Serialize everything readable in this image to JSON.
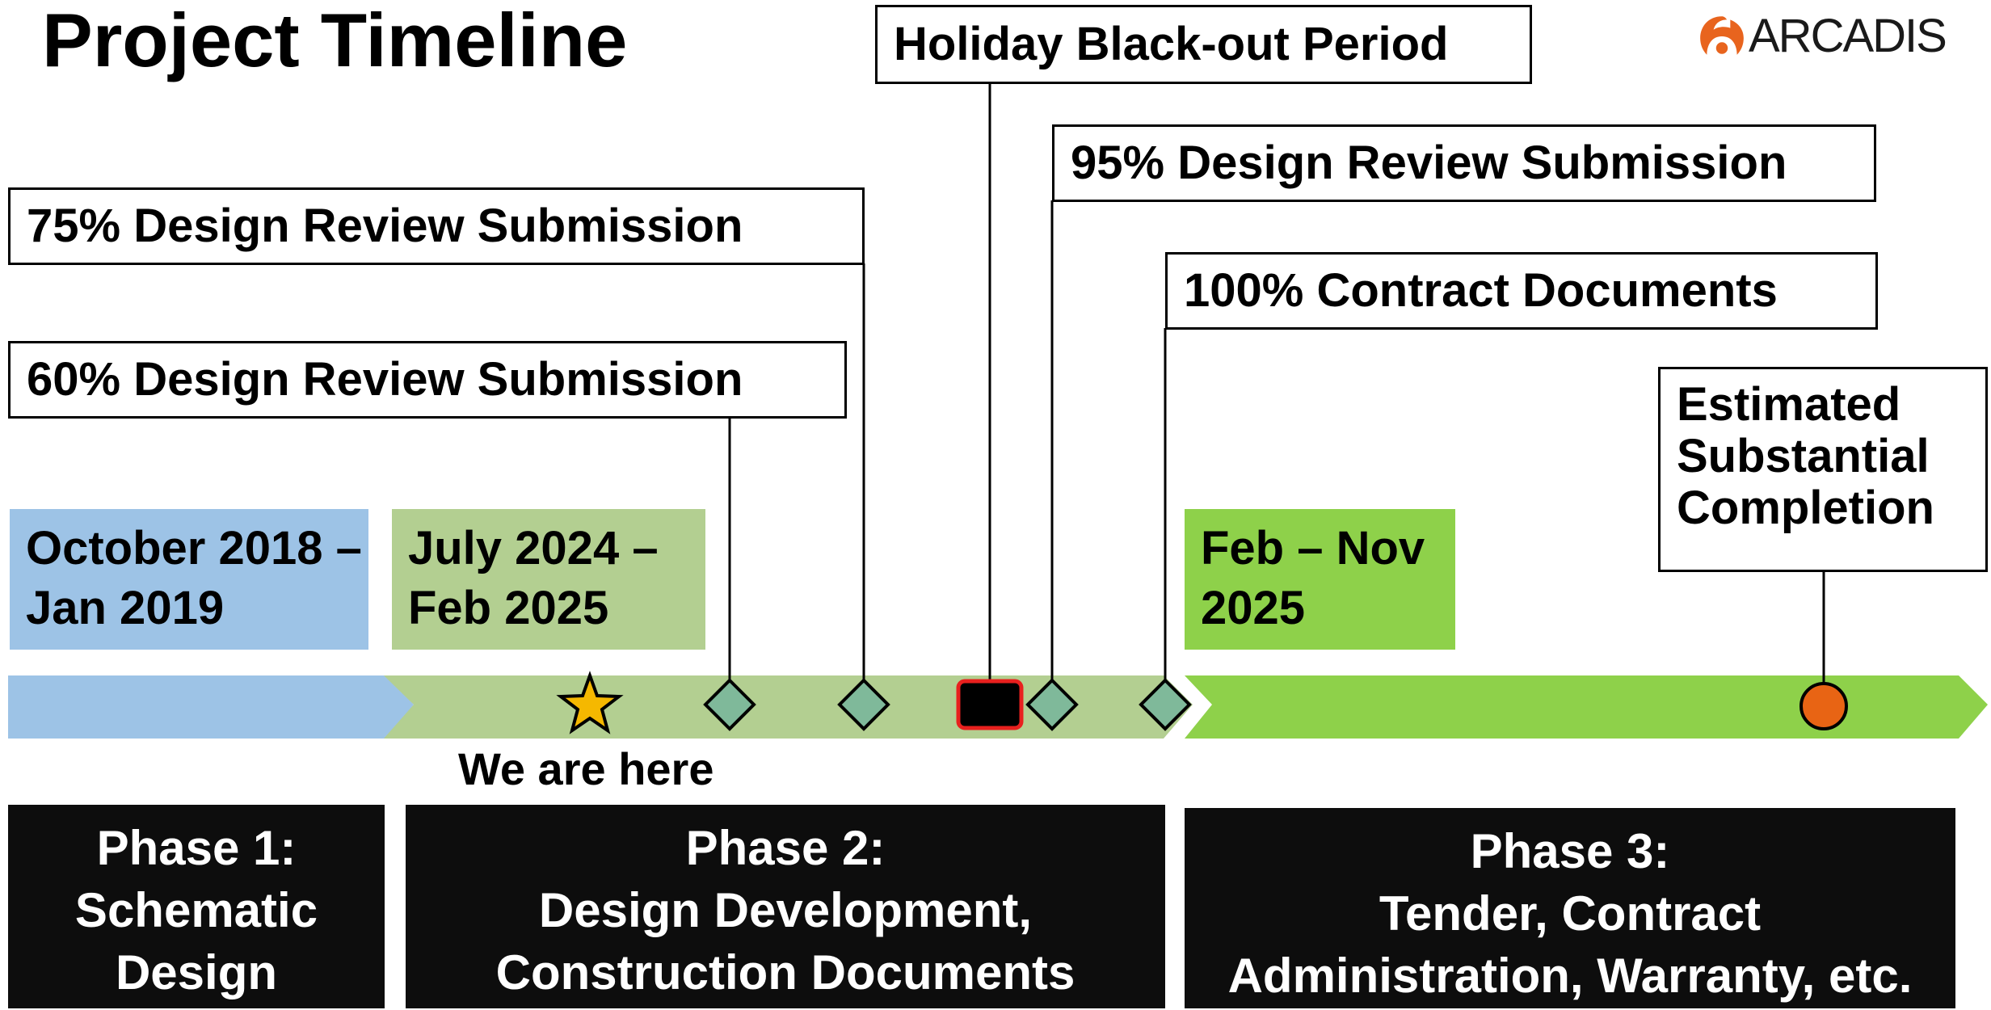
{
  "title": "Project Timeline",
  "logo": {
    "text": "ARCADIS"
  },
  "colors": {
    "phase1": "#9dc3e6",
    "phase2": "#b3cf91",
    "phase3": "#8ed14a",
    "milestone": "#7fb99a",
    "star": "#f5b800",
    "completion": "#e86414",
    "blackout_outline": "#e8201e",
    "logo_mark": "#e8641e"
  },
  "callouts": {
    "holiday": "Holiday Black-out Period",
    "review95": "95% Design Review Submission",
    "review75": "75% Design Review Submission",
    "contract100": "100% Contract Documents",
    "review60": "60% Design Review Submission",
    "completion": "Estimated Substantial Completion"
  },
  "dates": {
    "phase1": "October 2018 – Jan 2019",
    "phase2": "July 2024 – Feb 2025",
    "phase3": "Feb – Nov 2025"
  },
  "markers": {
    "current": "We are here"
  },
  "phases": [
    {
      "heading": "Phase 1:",
      "name": "Schematic Design"
    },
    {
      "heading": "Phase 2:",
      "name": "Design Development, Construction Documents"
    },
    {
      "heading": "Phase 3:",
      "name": "Tender, Contract Administration, Warranty, etc."
    }
  ]
}
